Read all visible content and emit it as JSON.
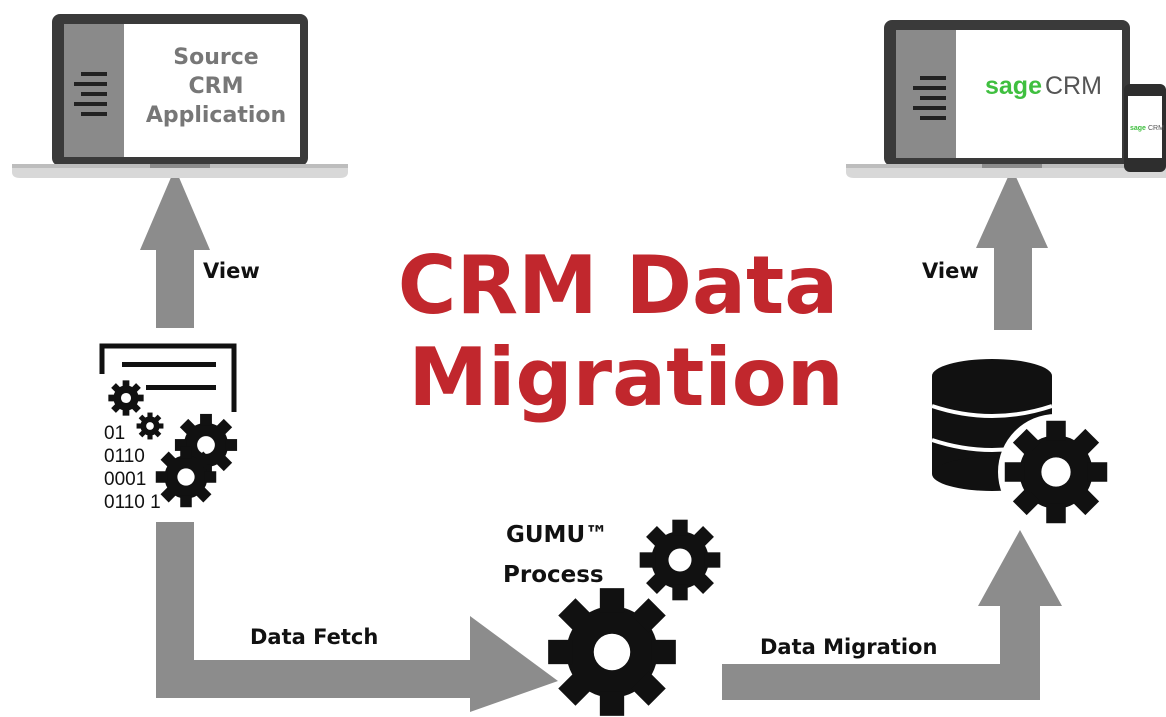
{
  "title": {
    "line1": "CRM Data",
    "line2": "Migration"
  },
  "source_app": {
    "line1": "Source",
    "line2": "CRM",
    "line3": "Application"
  },
  "target_app": {
    "brand": "sage",
    "product": "CRM",
    "phone_brand": "sage",
    "phone_product": "CRM"
  },
  "labels": {
    "view_left": "View",
    "view_right": "View",
    "data_fetch": "Data Fetch",
    "data_migration": "Data Migration",
    "gumu_line1": "GUMU™",
    "gumu_line2": "Process"
  },
  "binary_lines": [
    "01",
    "0110",
    "0001",
    "0110 1"
  ],
  "colors": {
    "title": "#c1272d",
    "arrow": "#8c8c8c",
    "sage_green": "#3fbf3f",
    "icon": "#111111"
  },
  "icons": [
    "source-laptop-icon",
    "target-laptop-icon",
    "phone-icon",
    "hamburger-icon",
    "data-config-icon",
    "gear-icon",
    "database-gear-icon"
  ]
}
